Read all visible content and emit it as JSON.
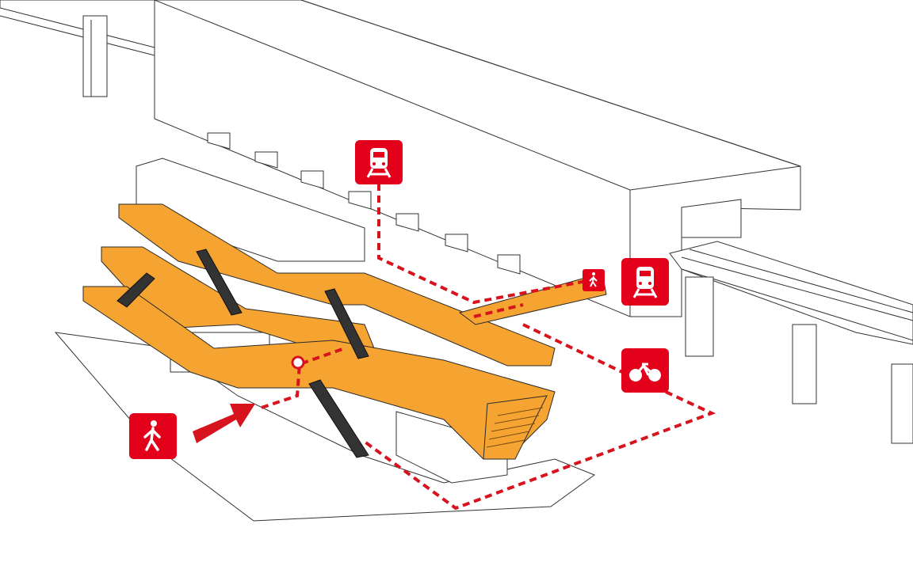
{
  "diagram": {
    "colors": {
      "deck": "#F5A431",
      "route": "#D7141E",
      "icon_bg": "#E2001A",
      "line": "#333333"
    },
    "icons": [
      {
        "name": "train-icon",
        "label": "train"
      },
      {
        "name": "train-icon",
        "label": "train"
      },
      {
        "name": "bicycle-icon",
        "label": "bicycle"
      },
      {
        "name": "pedestrian-icon",
        "label": "pedestrian"
      },
      {
        "name": "pedestrian-icon",
        "label": "pedestrian"
      }
    ]
  }
}
